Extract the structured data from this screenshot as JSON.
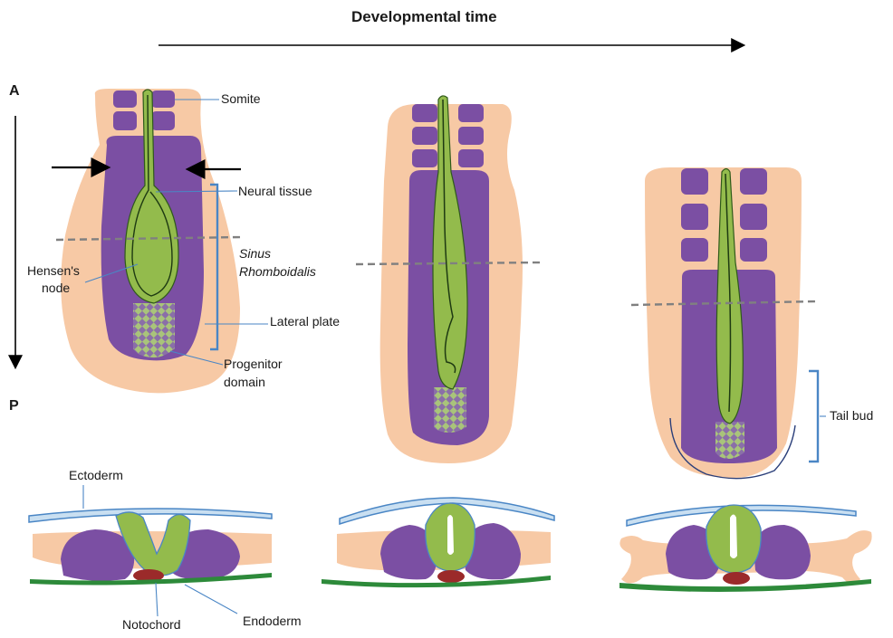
{
  "title": "Developmental time",
  "axis": {
    "anterior": "A",
    "posterior": "P"
  },
  "labels": {
    "somite": "Somite",
    "neural_tissue": "Neural tissue",
    "sinus_line1": "Sinus",
    "sinus_line2": "Rhomboidalis",
    "hensens_line1": "Hensen's",
    "hensens_line2": "node",
    "lateral_plate": "Lateral plate",
    "progenitor_line1": "Progenitor",
    "progenitor_line2": "domain",
    "tail_bud": "Tail bud",
    "ectoderm": "Ectoderm",
    "notochord": "Notochord",
    "endoderm": "Endoderm"
  },
  "colors": {
    "ectoderm_skin": "#f7c9a5",
    "mesoderm_purple": "#7b4fa3",
    "neural_green": "#93bb4c",
    "outline_blue": "#4a86c5",
    "endoderm_green": "#2d8a3a",
    "notochord_red": "#9b2a2a",
    "checker_light": "#a9c47a",
    "checker_dark": "#8a6fa8",
    "dashed_grey": "#808080"
  }
}
